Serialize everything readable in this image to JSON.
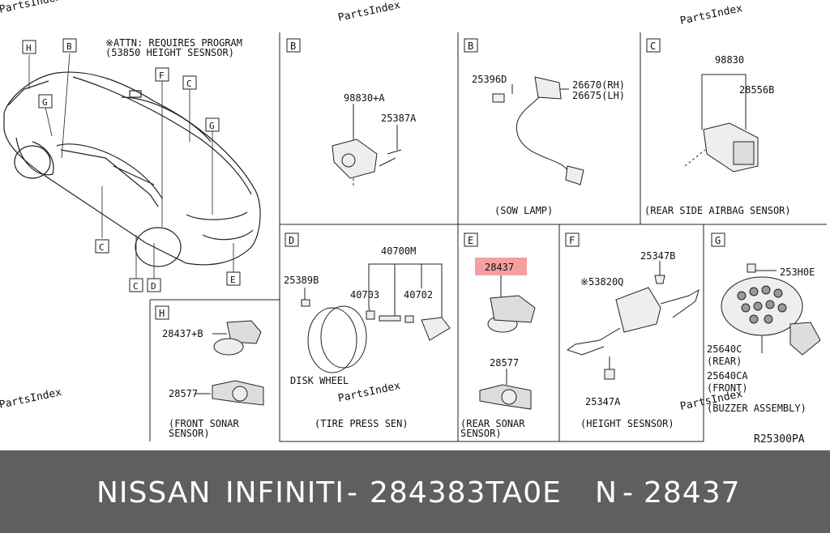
{
  "watermark": "PartsIndex",
  "header_note": {
    "line1": "※ATTN: REQUIRES PROGRAM",
    "line2": "(53850 HEIGHT SESNSOR)"
  },
  "car_labels": [
    "H",
    "B",
    "F",
    "C",
    "G",
    "G",
    "C",
    "C",
    "D",
    "E"
  ],
  "panels": {
    "B1": {
      "tag": "B",
      "parts": [
        "98830+A",
        "25387A"
      ]
    },
    "B2": {
      "tag": "B",
      "parts": [
        "25396D",
        "26670(RH)",
        "26675(LH)"
      ],
      "caption": "(SOW LAMP)"
    },
    "C": {
      "tag": "C",
      "parts": [
        "98830",
        "28556B"
      ],
      "caption": "(REAR SIDE AIRBAG SENSOR)"
    },
    "D": {
      "tag": "D",
      "parts": [
        "40700M",
        "25389B",
        "40703",
        "40702"
      ],
      "wheel_label": "DISK WHEEL",
      "caption": "(TIRE PRESS SEN)"
    },
    "E": {
      "tag": "E",
      "parts": [
        "28437",
        "28577"
      ],
      "caption1": "(REAR SONAR",
      "caption2": "SENSOR)"
    },
    "F": {
      "tag": "F",
      "parts": [
        "25347B",
        "※53820Q",
        "25347A"
      ],
      "caption": "(HEIGHT SESNSOR)"
    },
    "G": {
      "tag": "G",
      "parts": [
        "253H0E",
        "25640C",
        "(REAR)",
        "25640CA",
        "(FRONT)"
      ],
      "caption": "(BUZZER ASSEMBLY)"
    },
    "H": {
      "tag": "H",
      "parts": [
        "28437+B",
        "28577"
      ],
      "caption1": "(FRONT SONAR",
      "caption2": "SENSOR)"
    }
  },
  "ref_code": "R25300PA",
  "bottom_bar": {
    "brand": "NISSAN",
    "maker": "INFINITI",
    "dash1": "-",
    "part_number": "284383TA0E",
    "n_label": "N",
    "dash2": "-",
    "number": "28437"
  },
  "colors": {
    "bar": "#5f5f5f",
    "highlight": "#f4a0a0",
    "line": "#222222"
  }
}
